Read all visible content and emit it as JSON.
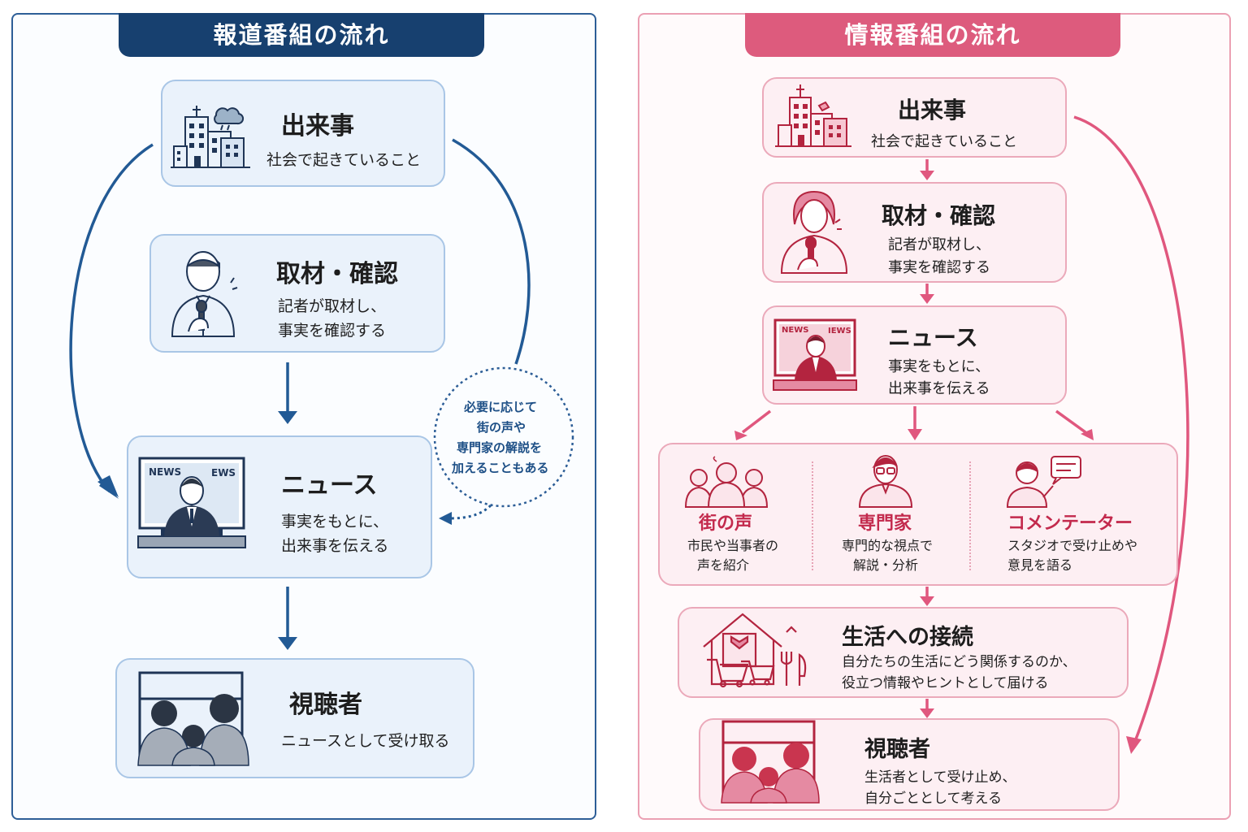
{
  "left": {
    "title": "報道番組の流れ",
    "colors": {
      "primary": "#17406f",
      "border": "#2d5e97",
      "box_fill": "#eaf2fb"
    },
    "steps": [
      {
        "title": "出来事",
        "desc": [
          "社会で起きていること"
        ],
        "icon": "city-buildings-icon"
      },
      {
        "title": "取材・確認",
        "desc": [
          "記者が取材し、",
          "事実を確認する"
        ],
        "icon": "reporter-microphone-icon"
      },
      {
        "title": "ニュース",
        "desc": [
          "事実をもとに、",
          "出来事を伝える"
        ],
        "icon": "news-anchor-tv-icon"
      },
      {
        "title": "視聴者",
        "desc": [
          "ニュースとして受け取る"
        ],
        "icon": "viewers-watching-icon"
      }
    ],
    "note": [
      "必要に応じて",
      "街の声や",
      "専門家の解説を",
      "加えることもある"
    ],
    "tv_label_news": "NEWS",
    "tv_label_right": "EWS"
  },
  "right": {
    "title": "情報番組の流れ",
    "colors": {
      "primary": "#dd5b7d",
      "border": "#eba0b3",
      "box_fill": "#fdeff3",
      "accent_text": "#c32a4d"
    },
    "steps": [
      {
        "title": "出来事",
        "desc": [
          "社会で起きていること"
        ],
        "icon": "city-buildings-icon"
      },
      {
        "title": "取材・確認",
        "desc": [
          "記者が取材し、",
          "事実を確認する"
        ],
        "icon": "reporter-microphone-icon"
      },
      {
        "title": "ニュース",
        "desc": [
          "事実をもとに、",
          "出来事を伝える"
        ],
        "icon": "news-anchor-tv-icon"
      },
      {
        "title": "生活への接続",
        "desc": [
          "自分たちの生活にどう関係するのか、",
          "役立つ情報やヒントとして届ける"
        ],
        "icon": "house-shopping-icon"
      },
      {
        "title": "視聴者",
        "desc": [
          "生活者として受け止め、",
          "自分ごととして考える"
        ],
        "icon": "viewers-watching-icon"
      }
    ],
    "perspectives": [
      {
        "title": "街の声",
        "desc": [
          "市民や当事者の",
          "声を紹介"
        ],
        "icon": "crowd-icon"
      },
      {
        "title": "専門家",
        "desc": [
          "専門的な視点で",
          "解説・分析"
        ],
        "icon": "expert-icon"
      },
      {
        "title": "コメンテーター",
        "desc": [
          "スタジオで受け止めや",
          "意見を語る"
        ],
        "icon": "commentator-speech-icon"
      }
    ],
    "tv_label_news": "NEWS",
    "tv_label_right": "IEWS"
  }
}
